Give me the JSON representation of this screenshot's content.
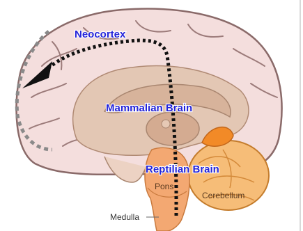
{
  "labels": {
    "neocortex": "Neocortex",
    "mammalian": "Mammalian Brain",
    "reptilian": "Reptilian Brain",
    "pons": "Pons",
    "cerebellum": "Cerebellum",
    "medulla": "Medulla"
  },
  "colors": {
    "cortex_fill": "#f4dedd",
    "cortex_outline": "#8a6a69",
    "limbic_fill": "#e3c7b4",
    "inner_fill": "#d7b39b",
    "brainstem_fill": "#f3a872",
    "cerebellum_fill": "#f6bd78",
    "cerebellum_top": "#f28a27",
    "label_blue": "#2323d9",
    "dotted_arrow": "#111111",
    "dashed_arc": "#8a8a8a"
  }
}
